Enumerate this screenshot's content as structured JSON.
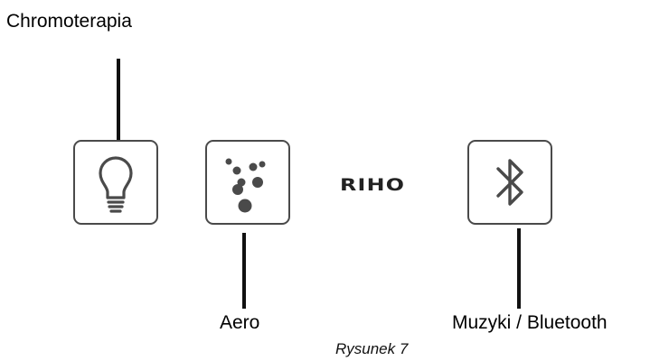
{
  "labels": {
    "chromotherapy": "Chromoterapia",
    "aero": "Aero",
    "music": "Muzyki / Bluetooth"
  },
  "logo": "RIHO",
  "caption": "Rysunek 7",
  "icons": {
    "chromotherapy": "lightbulb-icon",
    "aero": "bubbles-icon",
    "music": "bluetooth-icon"
  },
  "colors": {
    "button_border": "#4a4a4a",
    "icon": "#4a4a4a",
    "leader_line": "#111111"
  }
}
